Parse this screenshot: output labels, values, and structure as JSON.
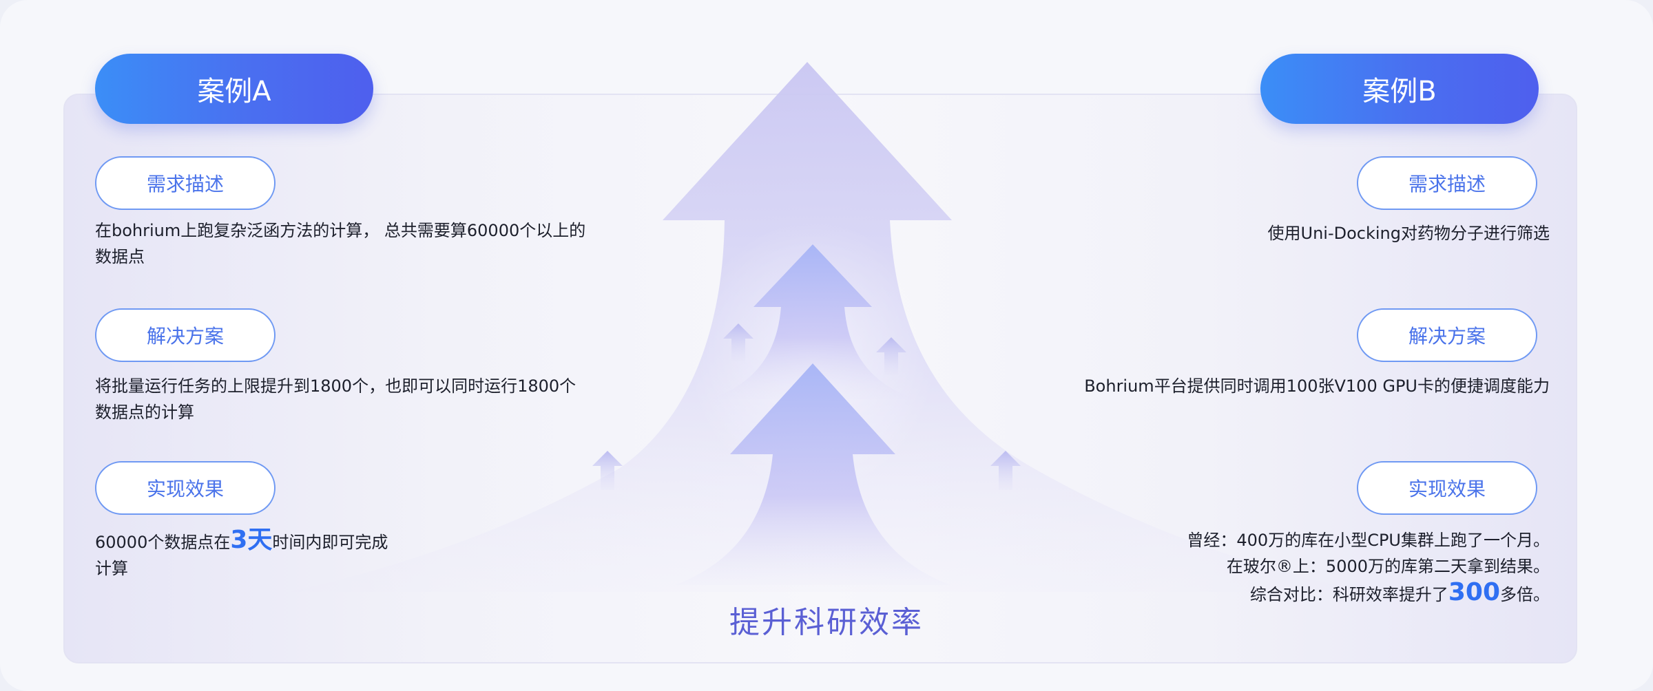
{
  "case_a": {
    "title": "案例A",
    "sections": [
      {
        "tag": "需求描述",
        "text": "在bohrium上跑复杂泛函方法的计算， 总共需要算60000个以上的数据点"
      },
      {
        "tag": "解决方案",
        "text": "将批量运行任务的上限提升到1800个，也即可以同时运行1800个数据点的计算"
      },
      {
        "tag": "实现效果",
        "text_pre": "60000个数据点在",
        "highlight": "3天",
        "text_post": "时间内即可完成计算"
      }
    ]
  },
  "case_b": {
    "title": "案例B",
    "sections": [
      {
        "tag": "需求描述",
        "text": "使用Uni-Docking对药物分子进行筛选"
      },
      {
        "tag": "解决方案",
        "text": "Bohrium平台提供同时调用100张V100 GPU卡的便捷调度能力"
      },
      {
        "tag": "实现效果",
        "line1": "曾经：400万的库在小型CPU集群上跑了一个月。",
        "line2": "在玻尔®上：5000万的库第二天拿到结果。",
        "line3_pre": "综合对比：科研效率提升了",
        "highlight": "300",
        "line3_post": "多倍。"
      }
    ]
  },
  "center": {
    "title": "提升科研效率"
  },
  "colors": {
    "accent": "#4a73ea",
    "highlight": "#2f6ff2",
    "pill_start": "#3b8ef7",
    "pill_end": "#4e5fee",
    "arrow": "#c5c5f0"
  }
}
